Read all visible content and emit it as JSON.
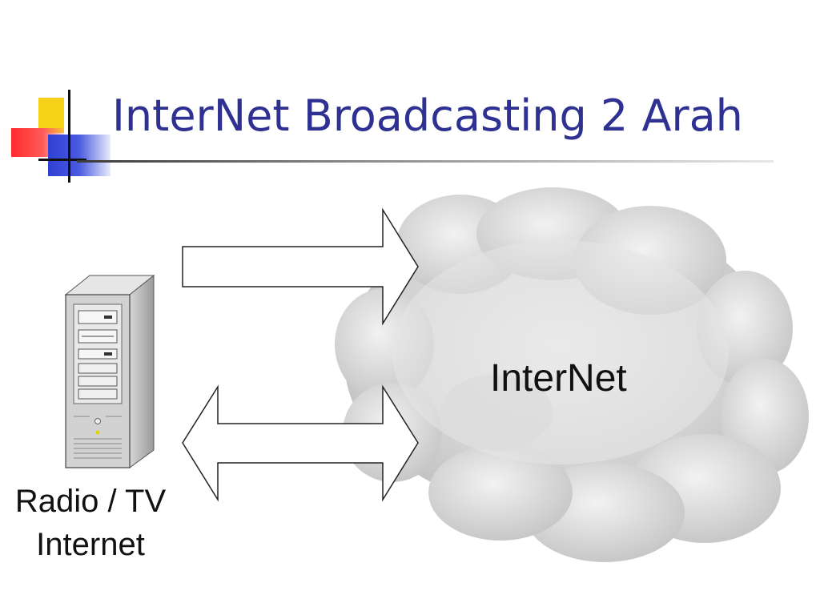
{
  "slide": {
    "title": "InterNet Broadcasting 2 Arah"
  },
  "diagram": {
    "server": {
      "icon": "server-tower-icon",
      "label_line1": "Radio / TV",
      "label_line2": "Internet"
    },
    "cloud": {
      "icon": "cloud-icon",
      "label": "InterNet"
    },
    "arrows": {
      "top": {
        "direction": "server-to-cloud"
      },
      "bottom": {
        "direction": "bidirectional"
      }
    }
  },
  "colors": {
    "title": "#2e3192",
    "deco_yellow": "#f7d117",
    "deco_red": "#ff2b2b",
    "deco_blue": "#2e3fd4",
    "cloud_gray": "#c8c8c8",
    "arrow_fill": "#ffffff",
    "arrow_stroke": "#222222"
  }
}
